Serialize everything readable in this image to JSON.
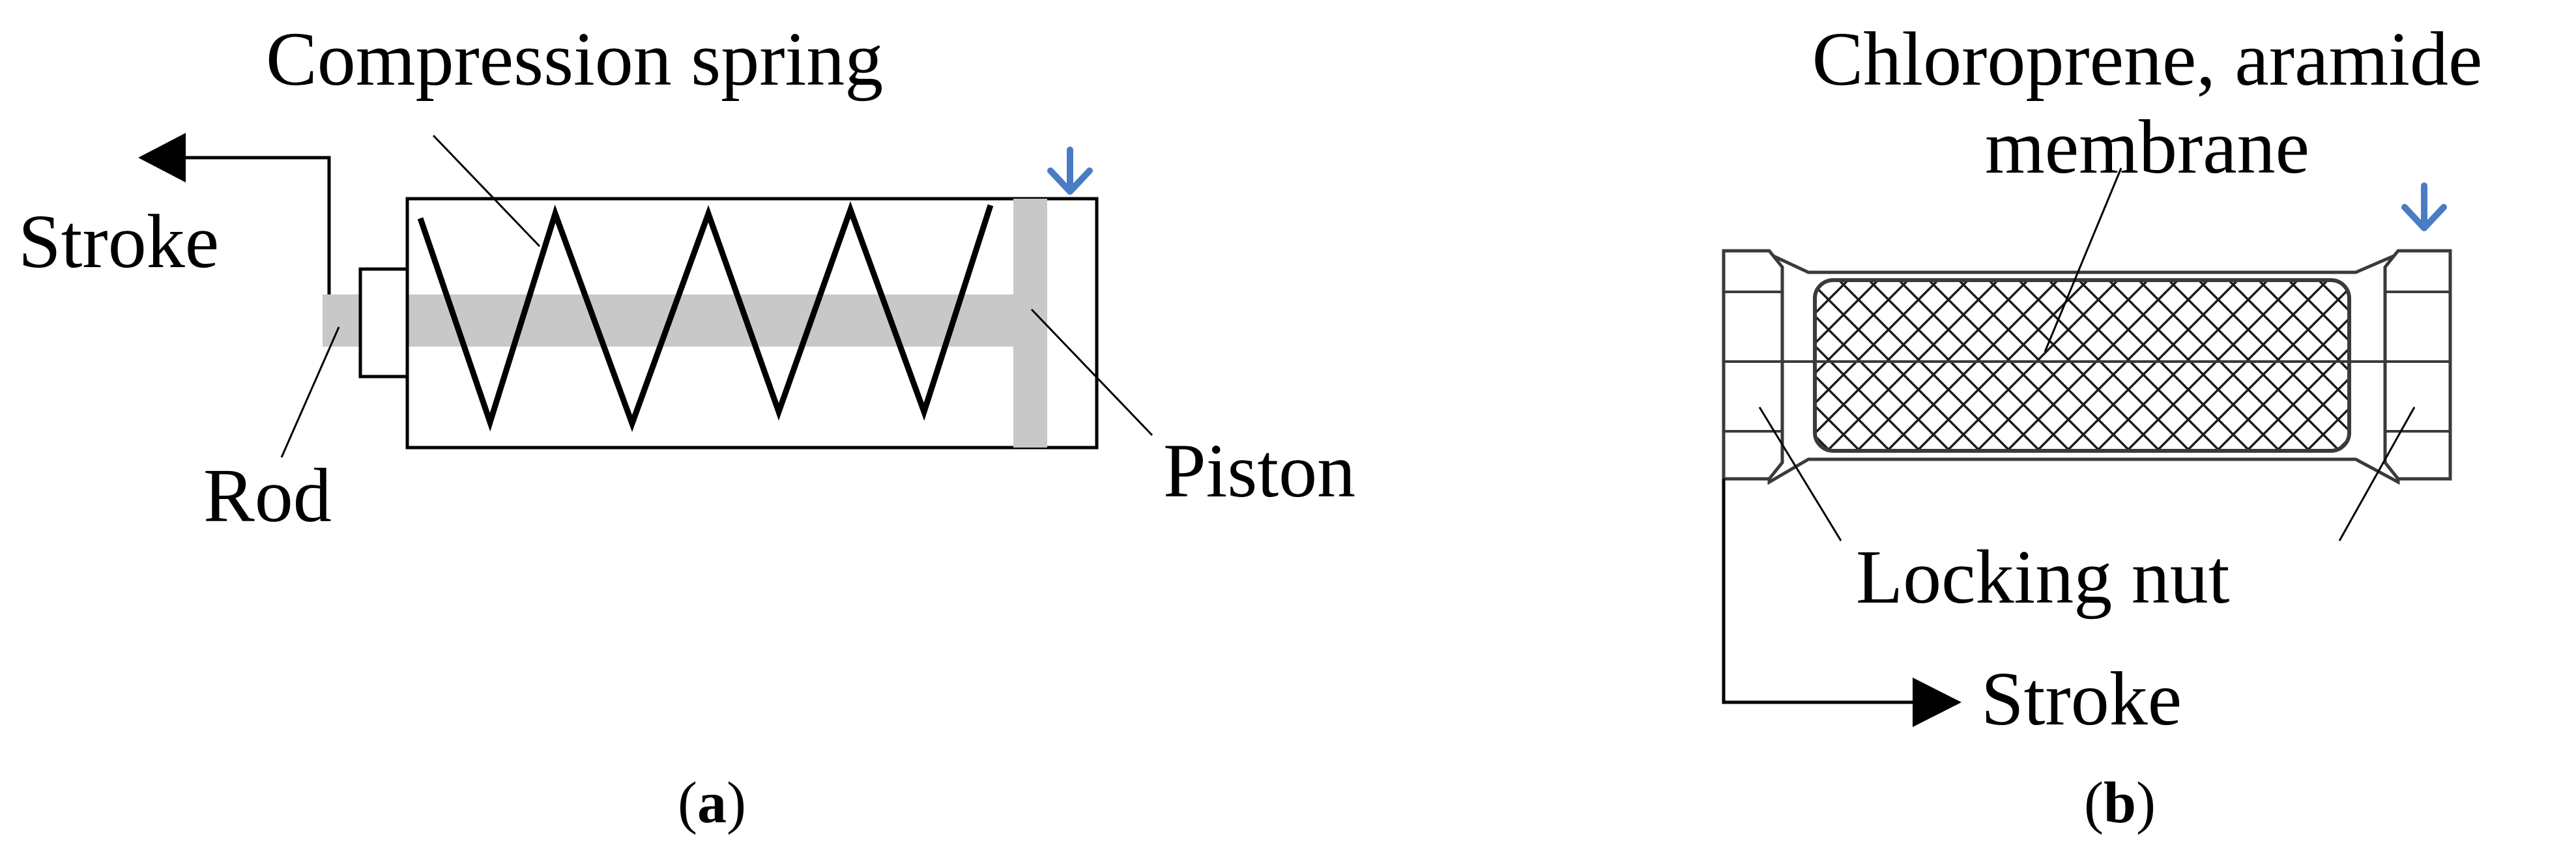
{
  "panel_a": {
    "label_spring": "Compression spring",
    "label_stroke": "Stroke",
    "label_rod": "Rod",
    "label_piston": "Piston",
    "caption_open": "(",
    "caption_letter": "a",
    "caption_close": ")"
  },
  "panel_b": {
    "label_membrane_line1": "Chloroprene, aramide",
    "label_membrane_line2": "membrane",
    "label_locking_nut": "Locking nut",
    "label_stroke": "Stroke",
    "caption_open": "(",
    "caption_letter": "b",
    "caption_close": ")"
  },
  "colors": {
    "outline": "#000000",
    "rod_piston_fill": "#c8c8c8",
    "load_arrow": "#4a7cc4",
    "mesh": "#1a1a1a"
  },
  "icons": {
    "load_arrow_a": "arrow-down-icon",
    "load_arrow_b": "arrow-down-icon",
    "stroke_arrow_a": "arrow-left-icon",
    "stroke_arrow_b": "arrow-right-icon"
  }
}
